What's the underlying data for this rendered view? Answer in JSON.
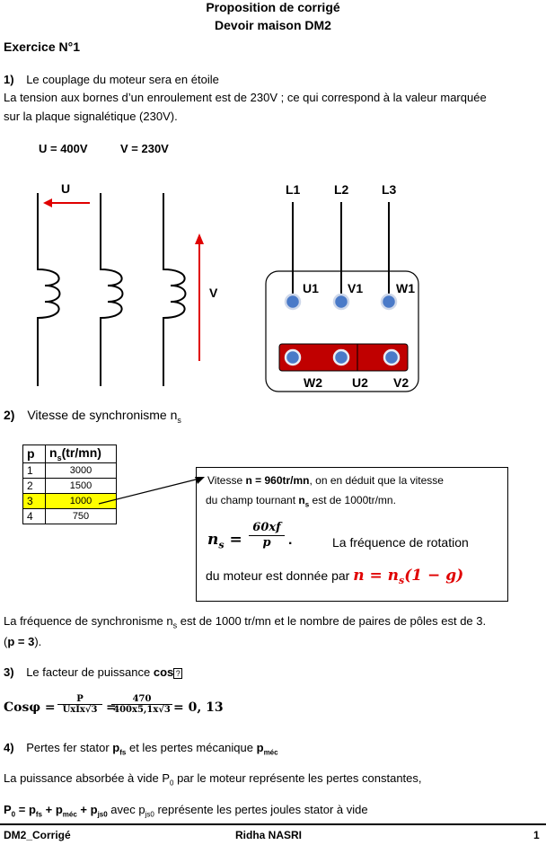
{
  "header": {
    "line1": "Proposition de corrigé",
    "line2": "Devoir maison DM2"
  },
  "exercise_title": "Exercice N°1",
  "q1": {
    "num": "1)",
    "line1": "Le couplage du moteur sera en étoile",
    "line2": "La tension aux bornes d’un enroulement est de 230V ; ce qui correspond à la valeur marquée",
    "line3": "sur la plaque signalétique (230V)."
  },
  "voltages": {
    "u": "U = 400V",
    "v": "V = 230V"
  },
  "diagram": {
    "u_label": "U",
    "v_label": "V",
    "lines": [
      "L1",
      "L2",
      "L3"
    ],
    "top_terminals": [
      "U1",
      "V1",
      "W1"
    ],
    "bottom_terminals": [
      "W2",
      "U2",
      "V2"
    ],
    "colors": {
      "arrow": "#e00000",
      "terminal": "#4a7ac8",
      "bar": "#c00000"
    }
  },
  "q2": {
    "num": "2)",
    "text": "Vitesse de synchronisme n",
    "sub": "s"
  },
  "table": {
    "header_p": "p",
    "header_n": "n",
    "header_n_sub": "s",
    "header_n_unit": "(tr/mn)",
    "rows": [
      {
        "p": "1",
        "n": "3000"
      },
      {
        "p": "2",
        "n": "1500"
      },
      {
        "p": "3",
        "n": "1000"
      },
      {
        "p": "4",
        "n": "750"
      }
    ],
    "highlight_color": "#ffff00"
  },
  "callout": {
    "l1a": "Vitesse ",
    "l1b": "n = 960tr/mn",
    "l1c": ", on en déduit que la vitesse",
    "l2a": "du champ tournant ",
    "l2b": "n",
    "l2sub": "s",
    "l2c": " est de 1000tr/mn.",
    "formula_lhs": "n",
    "formula_lhs_sub": "s",
    "formula_eq": "=",
    "formula_num": "60xf",
    "formula_den": "p",
    "formula_dot": ".",
    "rotation_text": "La fréquence de rotation",
    "l4": "du moteur est donnée par ",
    "l4_formula_a": "n =  n",
    "l4_formula_sub": "s",
    "l4_formula_b": "(1 − g)"
  },
  "para_sync": {
    "line1": "La fréquence de synchronisme n",
    "line1_sub": "s",
    "line1_rest": " est de 1000 tr/mn et le nombre de paires de pôles est de 3.",
    "line2a": "(",
    "line2b": "p = 3",
    "line2c": ")."
  },
  "q3": {
    "num": "3)",
    "text": "Le facteur de puissance ",
    "cos": "cos",
    "missing_glyph": "?",
    "formula_lhs": "Cosφ =",
    "f1_num": "P",
    "f1_den": "UxIx√3",
    "eq": "=",
    "f2_num": "470",
    "f2_den": "400x5,1x√3",
    "result": "= 0, 13"
  },
  "q4": {
    "num": "4)",
    "text_a": "Pertes fer stator ",
    "pfs": "p",
    "pfs_sub": "fs",
    "text_b": " et les pertes mécanique ",
    "pmec": "p",
    "pmec_sub": "méc",
    "line2a": "La puissance absorbée à vide P",
    "line2_sub": "0",
    "line2b": " par le moteur représente les pertes constantes,",
    "eq_p0": "P",
    "eq_p0_sub": "0",
    "eq_eq": " = p",
    "eq_fs_sub": "fs",
    "eq_plus1": " + p",
    "eq_mec_sub": "méc",
    "eq_plus2": " + p",
    "eq_js0_sub": "js0",
    "eq_tail_a": " avec p",
    "eq_tail_sub": "js0",
    "eq_tail_b": " représente les pertes joules stator à vide"
  },
  "footer": {
    "left": "DM2_Corrigé",
    "center": "Ridha NASRI",
    "right": "1"
  }
}
